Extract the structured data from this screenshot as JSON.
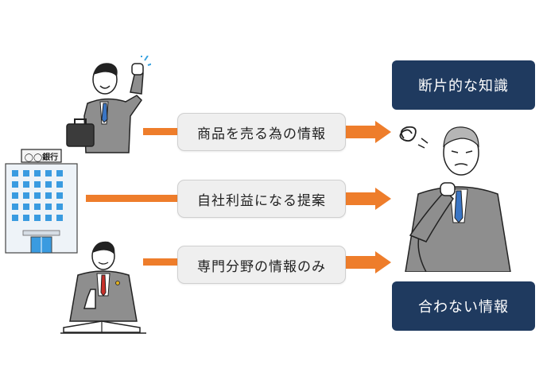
{
  "flows": [
    {
      "label": "商品を売る為の情報"
    },
    {
      "label": "自社利益になる提案"
    },
    {
      "label": "専門分野の情報のみ"
    }
  ],
  "outcomes": [
    {
      "label": "断片的な知識"
    },
    {
      "label": "合わない情報"
    }
  ],
  "bank_sign": "◯◯銀行",
  "colors": {
    "arrow": "#ee7d2b",
    "outcome_box": "#1f3a5f",
    "suit_gray": "#8e8e8e"
  }
}
